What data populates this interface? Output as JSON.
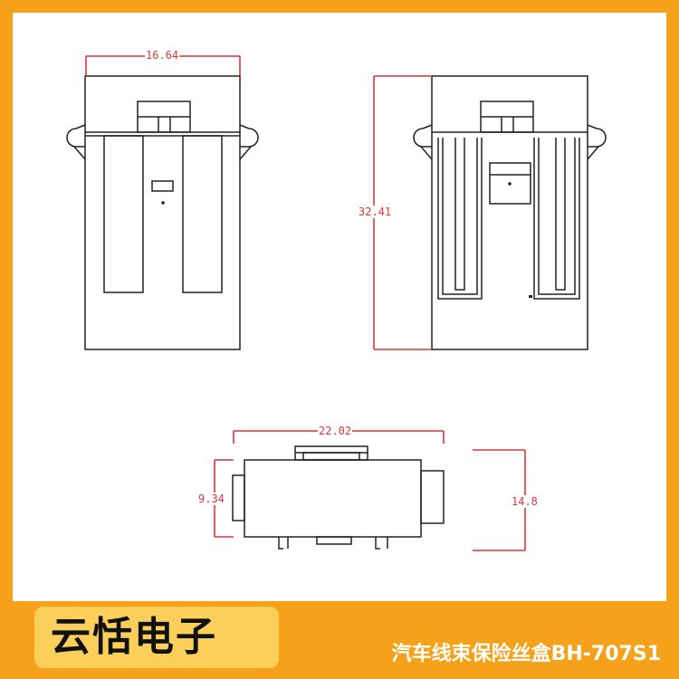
{
  "dimensions": {
    "front_width": "16.64",
    "height": "32.41",
    "top_length": "22.02",
    "top_depth": "9.34",
    "top_total_depth": "14.8"
  },
  "banner": {
    "brand": "云恬电子",
    "product": "汽车线束保险丝盒BH-707S1"
  },
  "colors": {
    "frame": "#f5a21a",
    "brand_box": "#fbcf5a",
    "dimension": "#d9363e",
    "outline": "#222222"
  }
}
